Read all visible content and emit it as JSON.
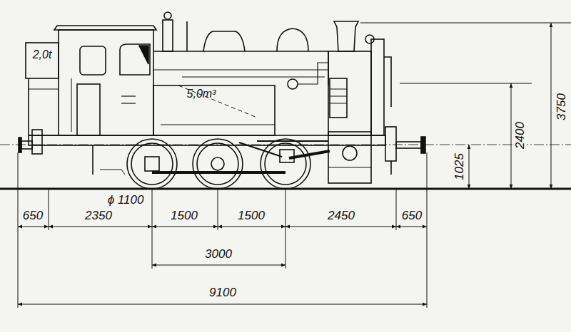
{
  "diagram": {
    "labels": [
      "2,0t",
      "5,0m³",
      "3750",
      "2400",
      "1025",
      "ϕ 1100",
      "650",
      "2350",
      "1500",
      "1500",
      "2450",
      "650",
      "3000",
      "9100"
    ]
  }
}
